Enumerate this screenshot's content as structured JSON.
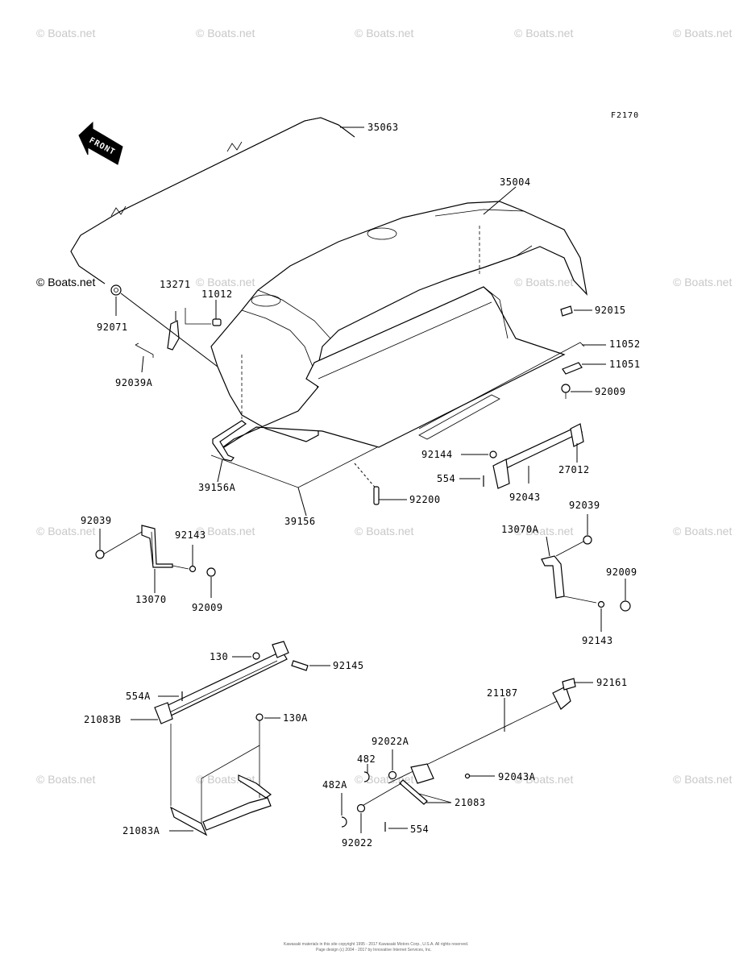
{
  "diagram_code": "F2170",
  "front_arrow_label": "FRONT",
  "watermark_text": "© Boats.net",
  "watermark_dark_text": "© Boats.net",
  "copyright_line1": "Kawasaki materials in this site copyright 1995 - 2017 Kawasaki Motors Corp., U.S.A. All rights reserved.",
  "copyright_line2": "Page design (c) 2004 - 2017 by Innovative Internet Services, Inc.",
  "part_labels": {
    "p35063": "35063",
    "p35004": "35004",
    "p13271": "13271",
    "p11012": "11012",
    "p92071": "92071",
    "p92039A": "92039A",
    "p92015": "92015",
    "p11052": "11052",
    "p11051": "11051",
    "p92009_top": "92009",
    "p92144": "92144",
    "p27012": "27012",
    "p554": "554",
    "p92043": "92043",
    "p39156A": "39156A",
    "p92200": "92200",
    "p39156": "39156",
    "p92039_left": "92039",
    "p92143_left": "92143",
    "p13070": "13070",
    "p92009_left": "92009",
    "p92039_right": "92039",
    "p13070A": "13070A",
    "p92009_right": "92009",
    "p92143_right": "92143",
    "p130": "130",
    "p92145": "92145",
    "p554A": "554A",
    "p21083B": "21083B",
    "p130A": "130A",
    "p21083A": "21083A",
    "p21187": "21187",
    "p92161": "92161",
    "p92022A": "92022A",
    "p482": "482",
    "p92043A": "92043A",
    "p482A": "482A",
    "p21083": "21083",
    "p554_bottom": "554",
    "p92022": "92022"
  }
}
